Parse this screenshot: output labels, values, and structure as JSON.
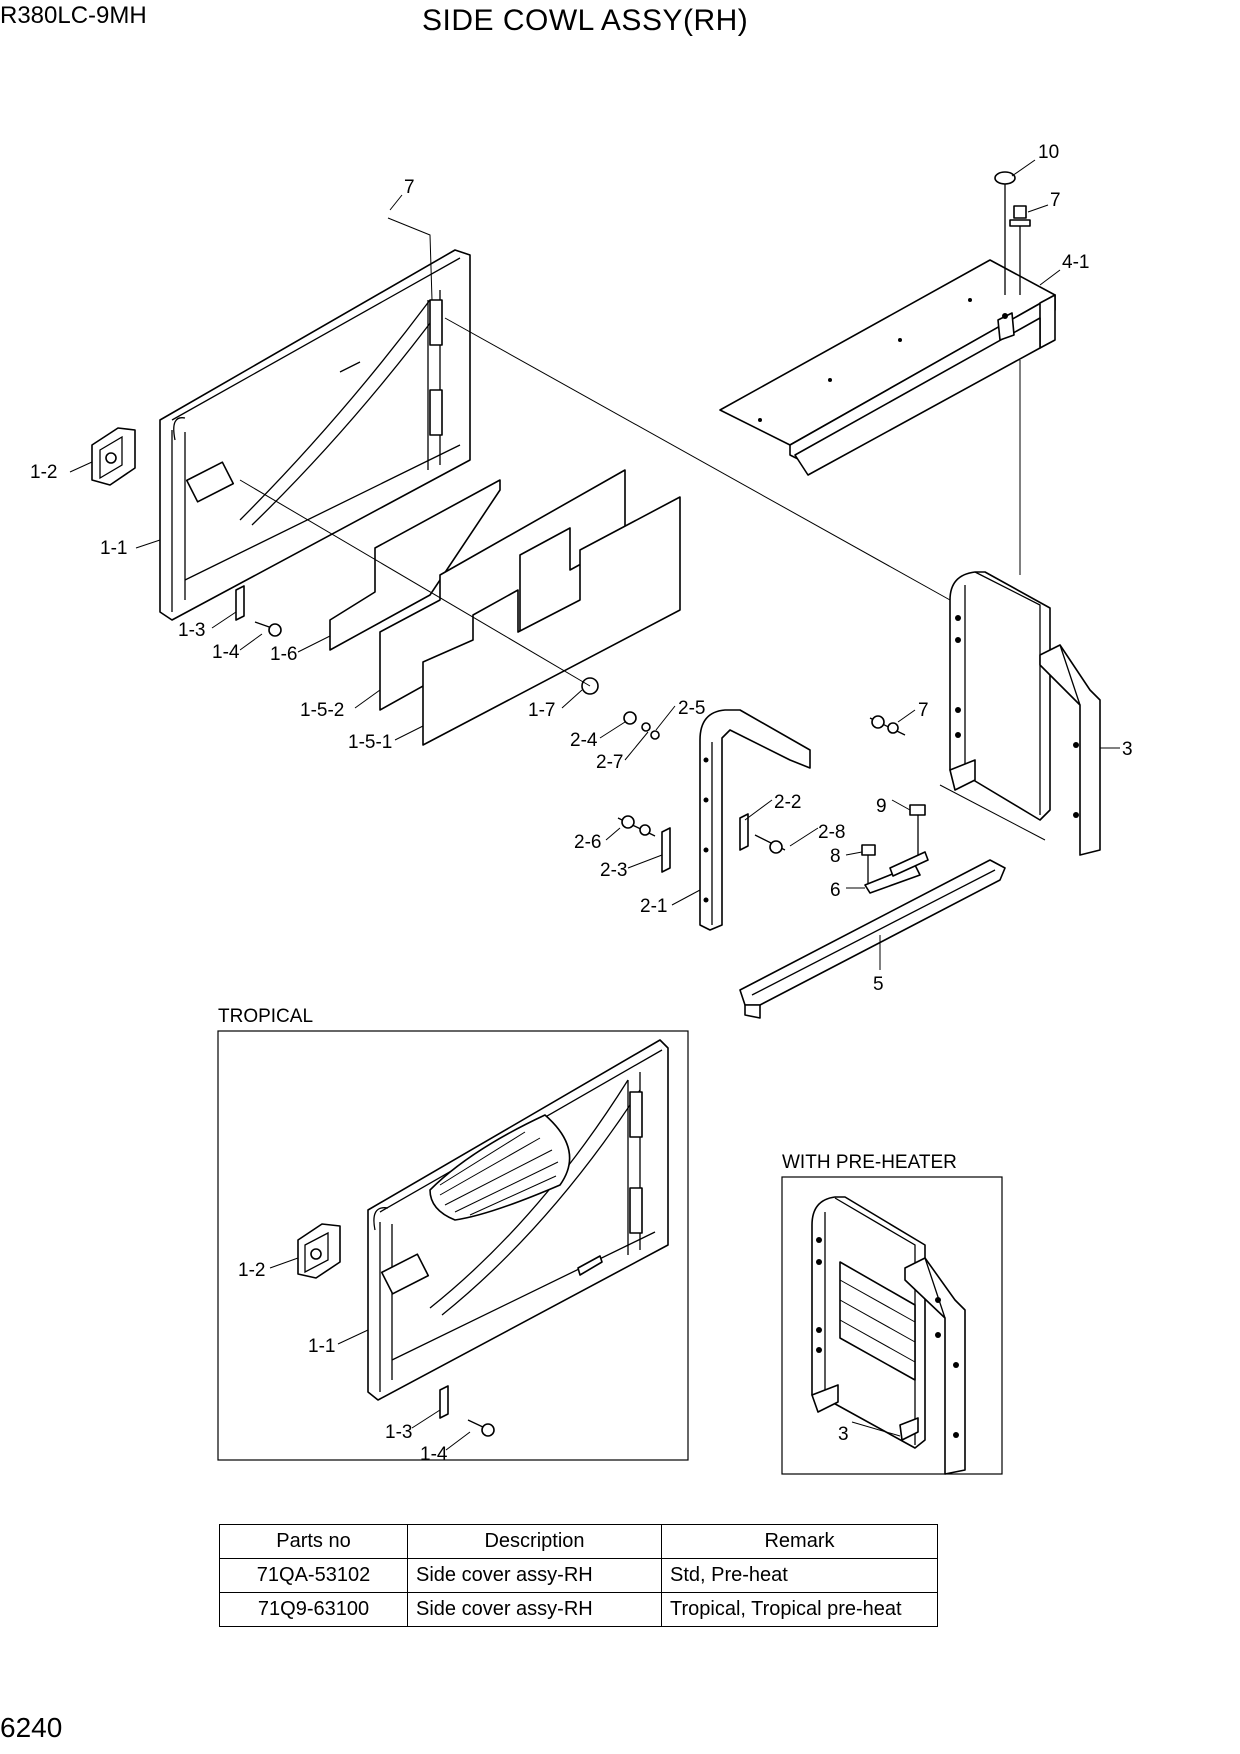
{
  "header": {
    "model": "R380LC-9MH",
    "title": "SIDE COWL ASSY(RH)"
  },
  "page_number": "6240",
  "sections": {
    "tropical": "TROPICAL",
    "pre_heater": "WITH PRE-HEATER"
  },
  "callouts": {
    "main": [
      "7",
      "10",
      "7",
      "4-1",
      "1-2",
      "1-1",
      "1-3",
      "1-4",
      "1-6",
      "1-5-2",
      "1-5-1",
      "1-7",
      "2-5",
      "2-4",
      "2-7",
      "7",
      "3",
      "2-2",
      "9",
      "2-8",
      "2-6",
      "2-3",
      "8",
      "6",
      "2-1",
      "5"
    ],
    "tropical": [
      "1-2",
      "1-1",
      "1-3",
      "1-4"
    ],
    "pre_heater": [
      "3"
    ]
  },
  "parts_table": {
    "headers": [
      "Parts no",
      "Description",
      "Remark"
    ],
    "rows": [
      {
        "parts_no": "71QA-53102",
        "description": "Side cover assy-RH",
        "remark": "Std, Pre-heat"
      },
      {
        "parts_no": "71Q9-63100",
        "description": "Side cover assy-RH",
        "remark": "Tropical, Tropical pre-heat"
      }
    ]
  }
}
